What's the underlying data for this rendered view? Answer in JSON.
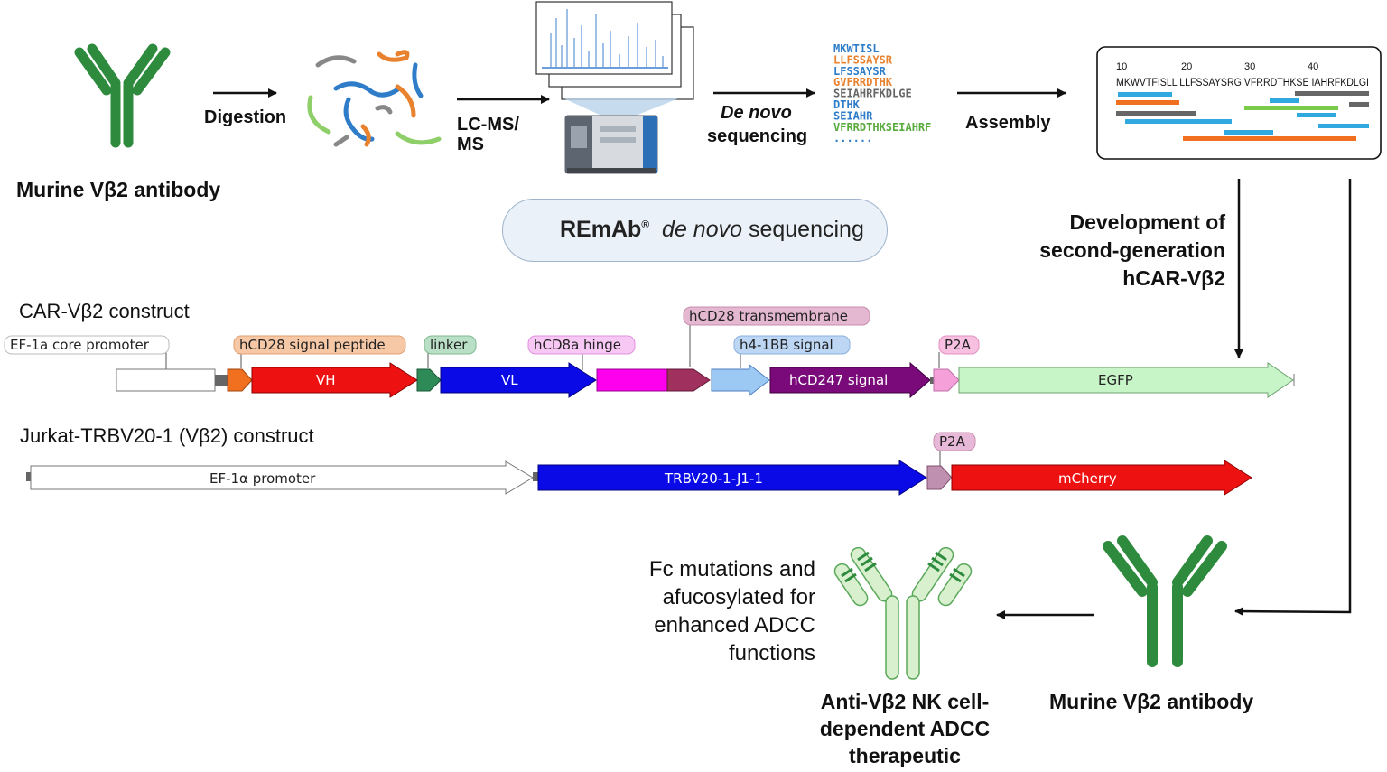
{
  "workflow": {
    "source_antibody_label": "Murine Vβ2 antibody",
    "digestion_label": "Digestion",
    "lcms_label_line1": "LC-MS/",
    "lcms_label_line2": "MS",
    "denovo_label_line1": "De novo",
    "denovo_label_line2": "sequencing",
    "assembly_label": "Assembly",
    "peptides": [
      {
        "text": "MKWTISL",
        "color": "#2f7dc8"
      },
      {
        "text": "LLFSSAYSR",
        "color": "#e8822e"
      },
      {
        "text": "LFSSAYSR",
        "color": "#2f7dc8"
      },
      {
        "text": "GVFRRDTHK",
        "color": "#e8822e"
      },
      {
        "text": "SEIAHRFKDLGE",
        "color": "#666666"
      },
      {
        "text": "DTHK",
        "color": "#2f7dc8"
      },
      {
        "text": "SEIAHR",
        "color": "#2f7dc8"
      },
      {
        "text": "VFRRDTHKSEIAHRF",
        "color": "#5aab3e"
      },
      {
        "text": "......",
        "color": "#2f7dc8"
      }
    ],
    "assembly_box": {
      "ticks": [
        "10",
        "20",
        "30",
        "40"
      ],
      "sequence": "MKWVTFISLL LLFSSAYSRG VFRRDTHKSE IAHRFKDLGI"
    },
    "badge": {
      "brand": "REmAb",
      "reg": "®",
      "italic": "de novo",
      "rest": " sequencing"
    }
  },
  "car_construct": {
    "title": "CAR-Vβ2 construct",
    "labels": {
      "promoter": "EF-1a core promoter",
      "signal_peptide": "hCD28 signal peptide",
      "linker": "linker",
      "hinge": "hCD8a hinge",
      "transmembrane": "hCD28 transmembrane",
      "h41bb": "h4-1BB signal",
      "p2a": "P2A"
    },
    "segments": {
      "vh": "VH",
      "vl": "VL",
      "hcd247": "hCD247 signal",
      "egfp": "EGFP"
    }
  },
  "jurkat_construct": {
    "title": "Jurkat-TRBV20-1 (Vβ2) construct",
    "p2a": "P2A",
    "segments": {
      "promoter": "EF-1α promoter",
      "trbv": "TRBV20-1-J1-1",
      "mcherry": "mCherry"
    }
  },
  "development": {
    "line1": "Development of",
    "line2": "second-generation",
    "line3": "hCAR-Vβ2"
  },
  "outcome": {
    "murine_label": "Murine Vβ2 antibody",
    "fc_text": [
      "Fc mutations and",
      "afucosylated for",
      "enhanced ADCC",
      "functions"
    ],
    "therapeutic": [
      "Anti-Vβ2 NK cell-",
      "dependent ADCC",
      "therapeutic"
    ]
  },
  "colors": {
    "antibody_green": "#2e8b3e",
    "light_green": "#d9f0cf",
    "vh_red": "#ee1111",
    "vl_blue": "#0a0ae6",
    "hinge_magenta": "#ff00ee",
    "hcd247_purple": "#7a0a7a",
    "egfp_green": "#c8f5c8",
    "orange": "#f07020",
    "p2a_pink": "#f5a0d8"
  }
}
